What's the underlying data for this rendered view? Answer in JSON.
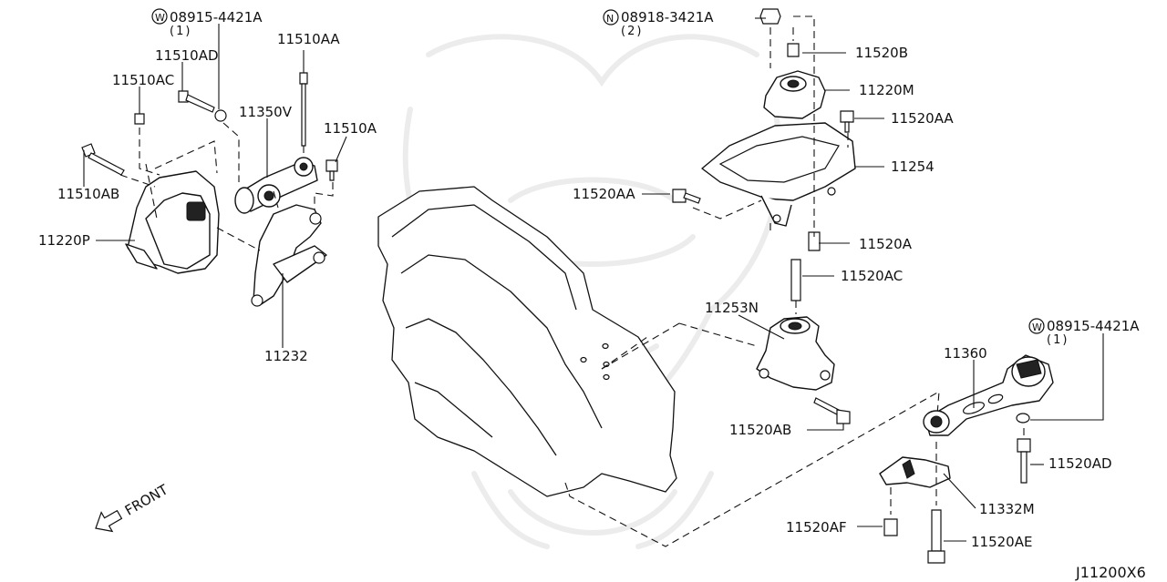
{
  "diagram": {
    "labels": {
      "bolt_w_top_left": "08915-4421A",
      "bolt_w_top_left_qty": "(1)",
      "bolt_n_top_right": "08918-3421A",
      "bolt_n_top_right_qty": "(2)",
      "bolt_w_right": "08915-4421A",
      "bolt_w_right_qty": "(1)",
      "p11510AA": "11510AA",
      "p11510AD": "11510AD",
      "p11510AC": "11510AC",
      "p11350V": "11350V",
      "p11510A": "11510A",
      "p11510AB": "11510AB",
      "p11220P": "11220P",
      "p11232": "11232",
      "p11520B": "11520B",
      "p11220M": "11220M",
      "p11520AA_r": "11520AA",
      "p11254": "11254",
      "p11520AA_l": "11520AA",
      "p11520A": "11520A",
      "p11520AC": "11520AC",
      "p11253N": "11253N",
      "p11520AB": "11520AB",
      "p11360": "11360",
      "p11520AD": "11520AD",
      "p11332M": "11332M",
      "p11520AF": "11520AF",
      "p11520AE": "11520AE",
      "front": "FRONT",
      "diagram_code": "J11200X6"
    },
    "symbols": {
      "washer_marker": "W",
      "nut_marker": "N"
    }
  }
}
